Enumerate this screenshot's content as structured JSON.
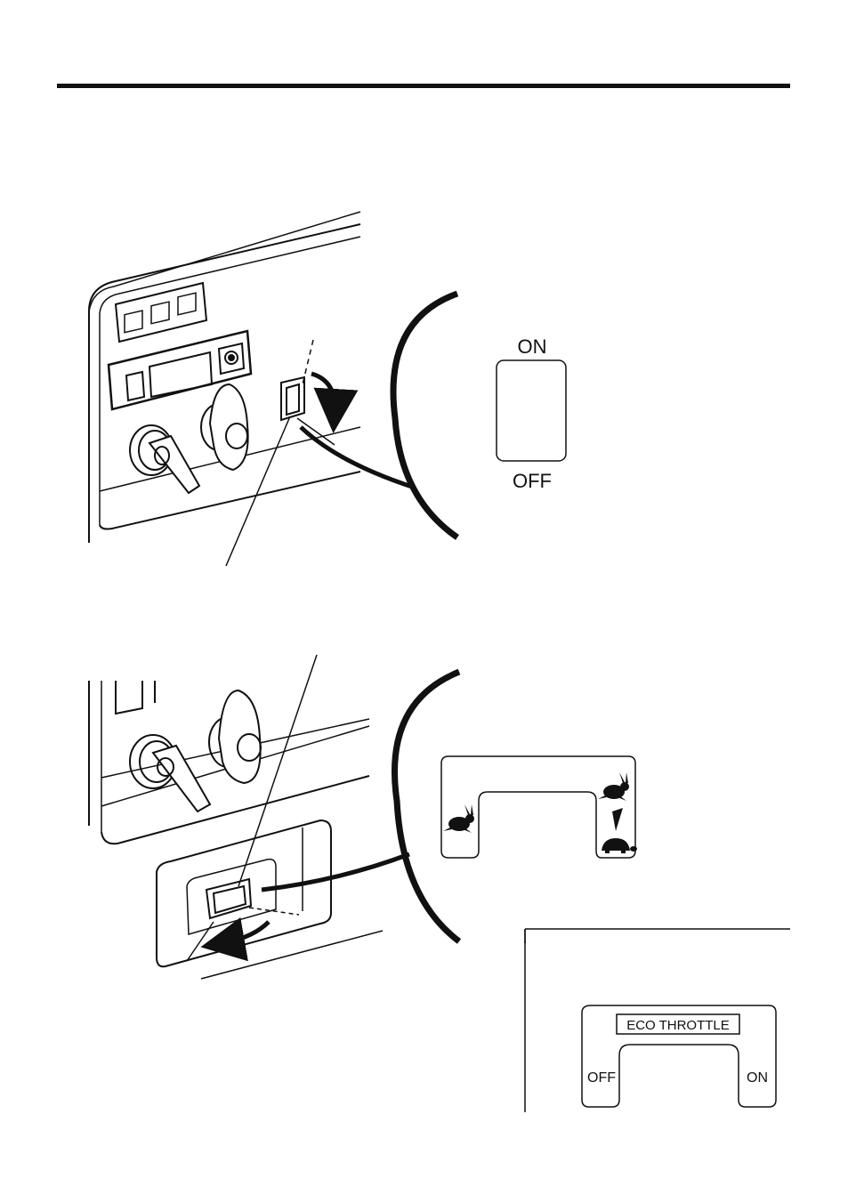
{
  "figure1": {
    "switch_on_label": "ON",
    "switch_off_label": "OFF"
  },
  "figure3": {
    "plate_title": "ECO THROTTLE",
    "off_label": "OFF",
    "on_label": "ON"
  },
  "icons": [
    "rabbit-icon",
    "tortoise-icon",
    "arrow-down-icon"
  ],
  "colors": {
    "ink": "#111111",
    "paper": "#ffffff"
  }
}
